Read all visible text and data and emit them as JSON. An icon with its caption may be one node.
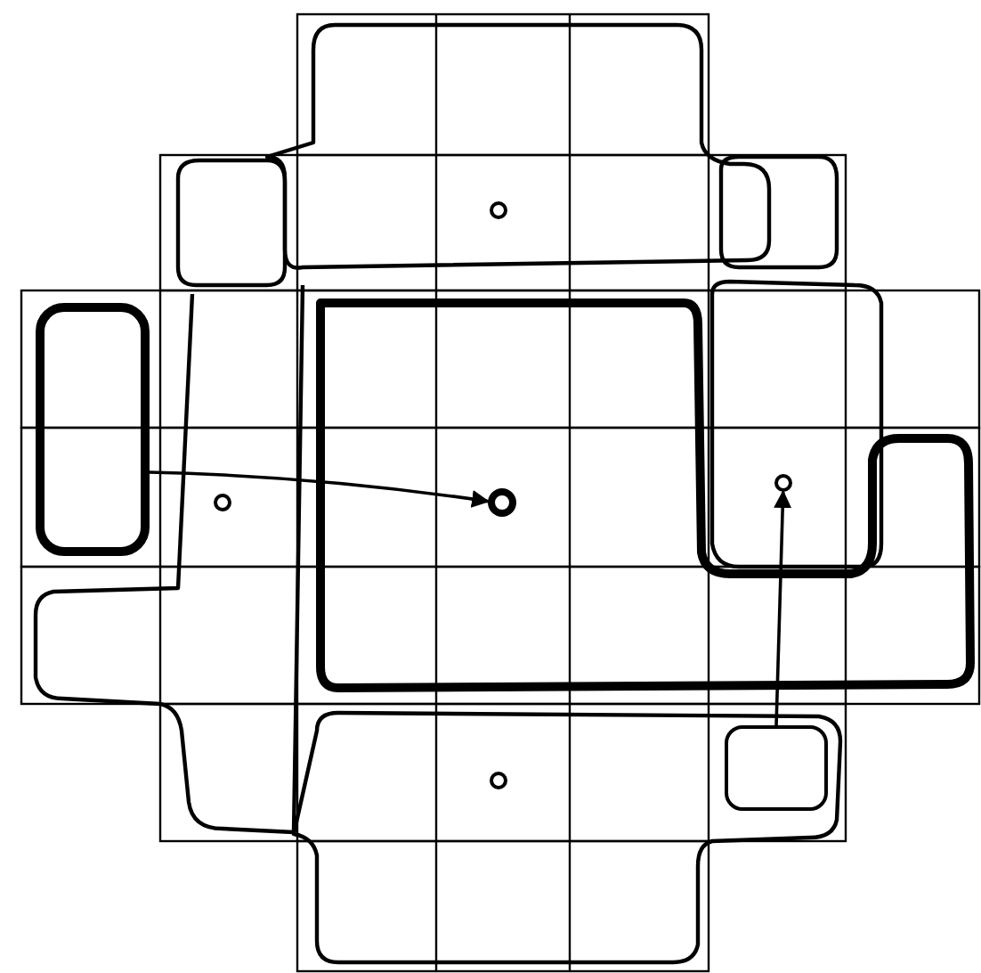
{
  "diagram": {
    "nodes": [
      {
        "text": [],
        "shape": "box"
      },
      {
        "text": [],
        "shape": "circle"
      },
      {
        "text": [],
        "shape": "box"
      },
      {
        "text": [],
        "shape": "circle"
      }
    ],
    "edges": [
      {
        "from": 0,
        "to": 1,
        "arrow": "to"
      },
      {
        "from": 2,
        "to": 3,
        "arrow": "to"
      }
    ]
  }
}
